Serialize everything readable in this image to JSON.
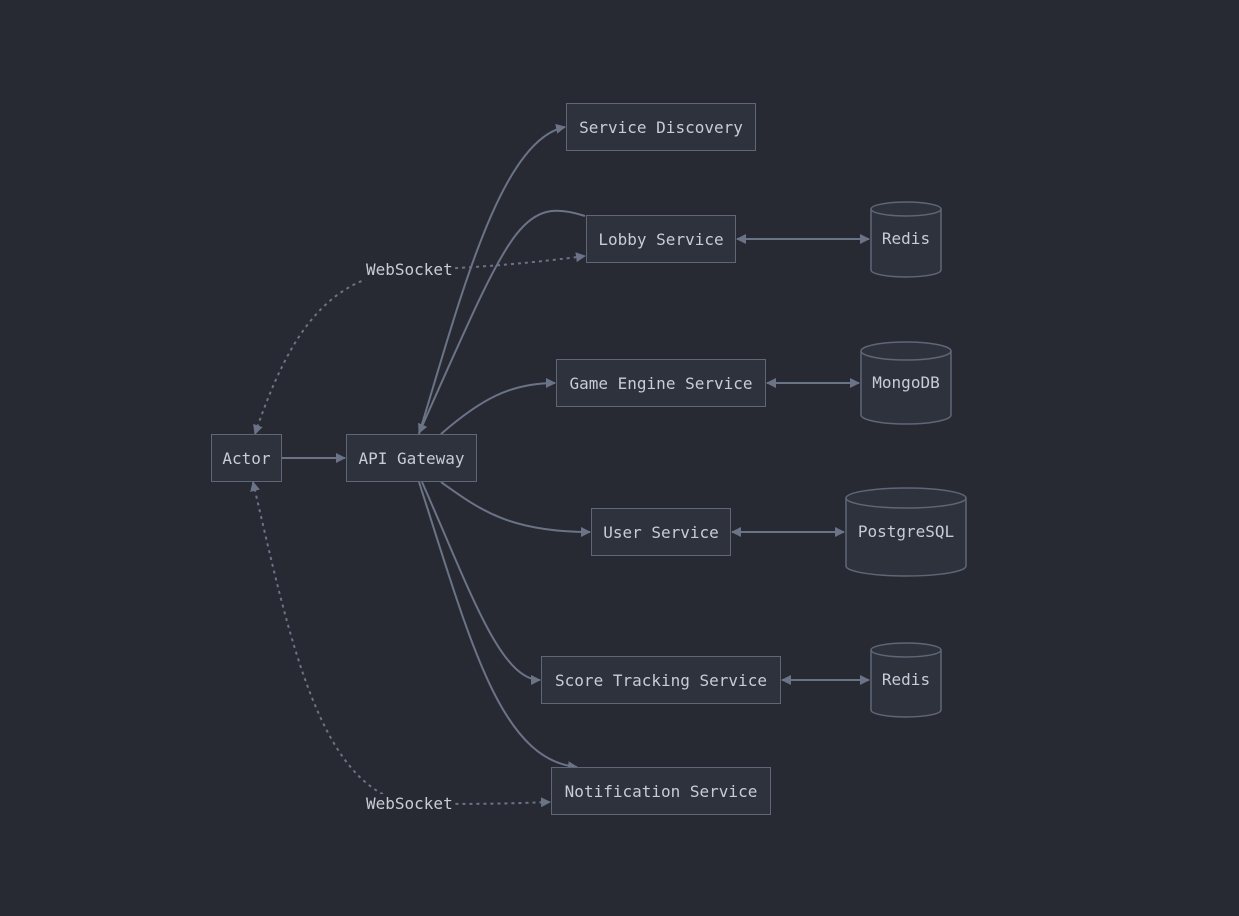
{
  "nodes": {
    "actor": "Actor",
    "api_gateway": "API Gateway",
    "service_discovery": "Service Discovery",
    "lobby_service": "Lobby Service",
    "game_engine_service": "Game Engine Service",
    "user_service": "User Service",
    "score_tracking_service": "Score Tracking Service",
    "notification_service": "Notification Service"
  },
  "databases": {
    "lobby_redis": "Redis",
    "game_mongodb": "MongoDB",
    "user_postgresql": "PostgreSQL",
    "score_redis": "Redis"
  },
  "edge_labels": {
    "lobby_websocket": "WebSocket",
    "notification_websocket": "WebSocket"
  },
  "colors": {
    "background": "#272a33",
    "node_fill": "#2e323d",
    "node_border": "#5f6677",
    "edge": "#6b7387",
    "text": "#c8ccd6"
  }
}
